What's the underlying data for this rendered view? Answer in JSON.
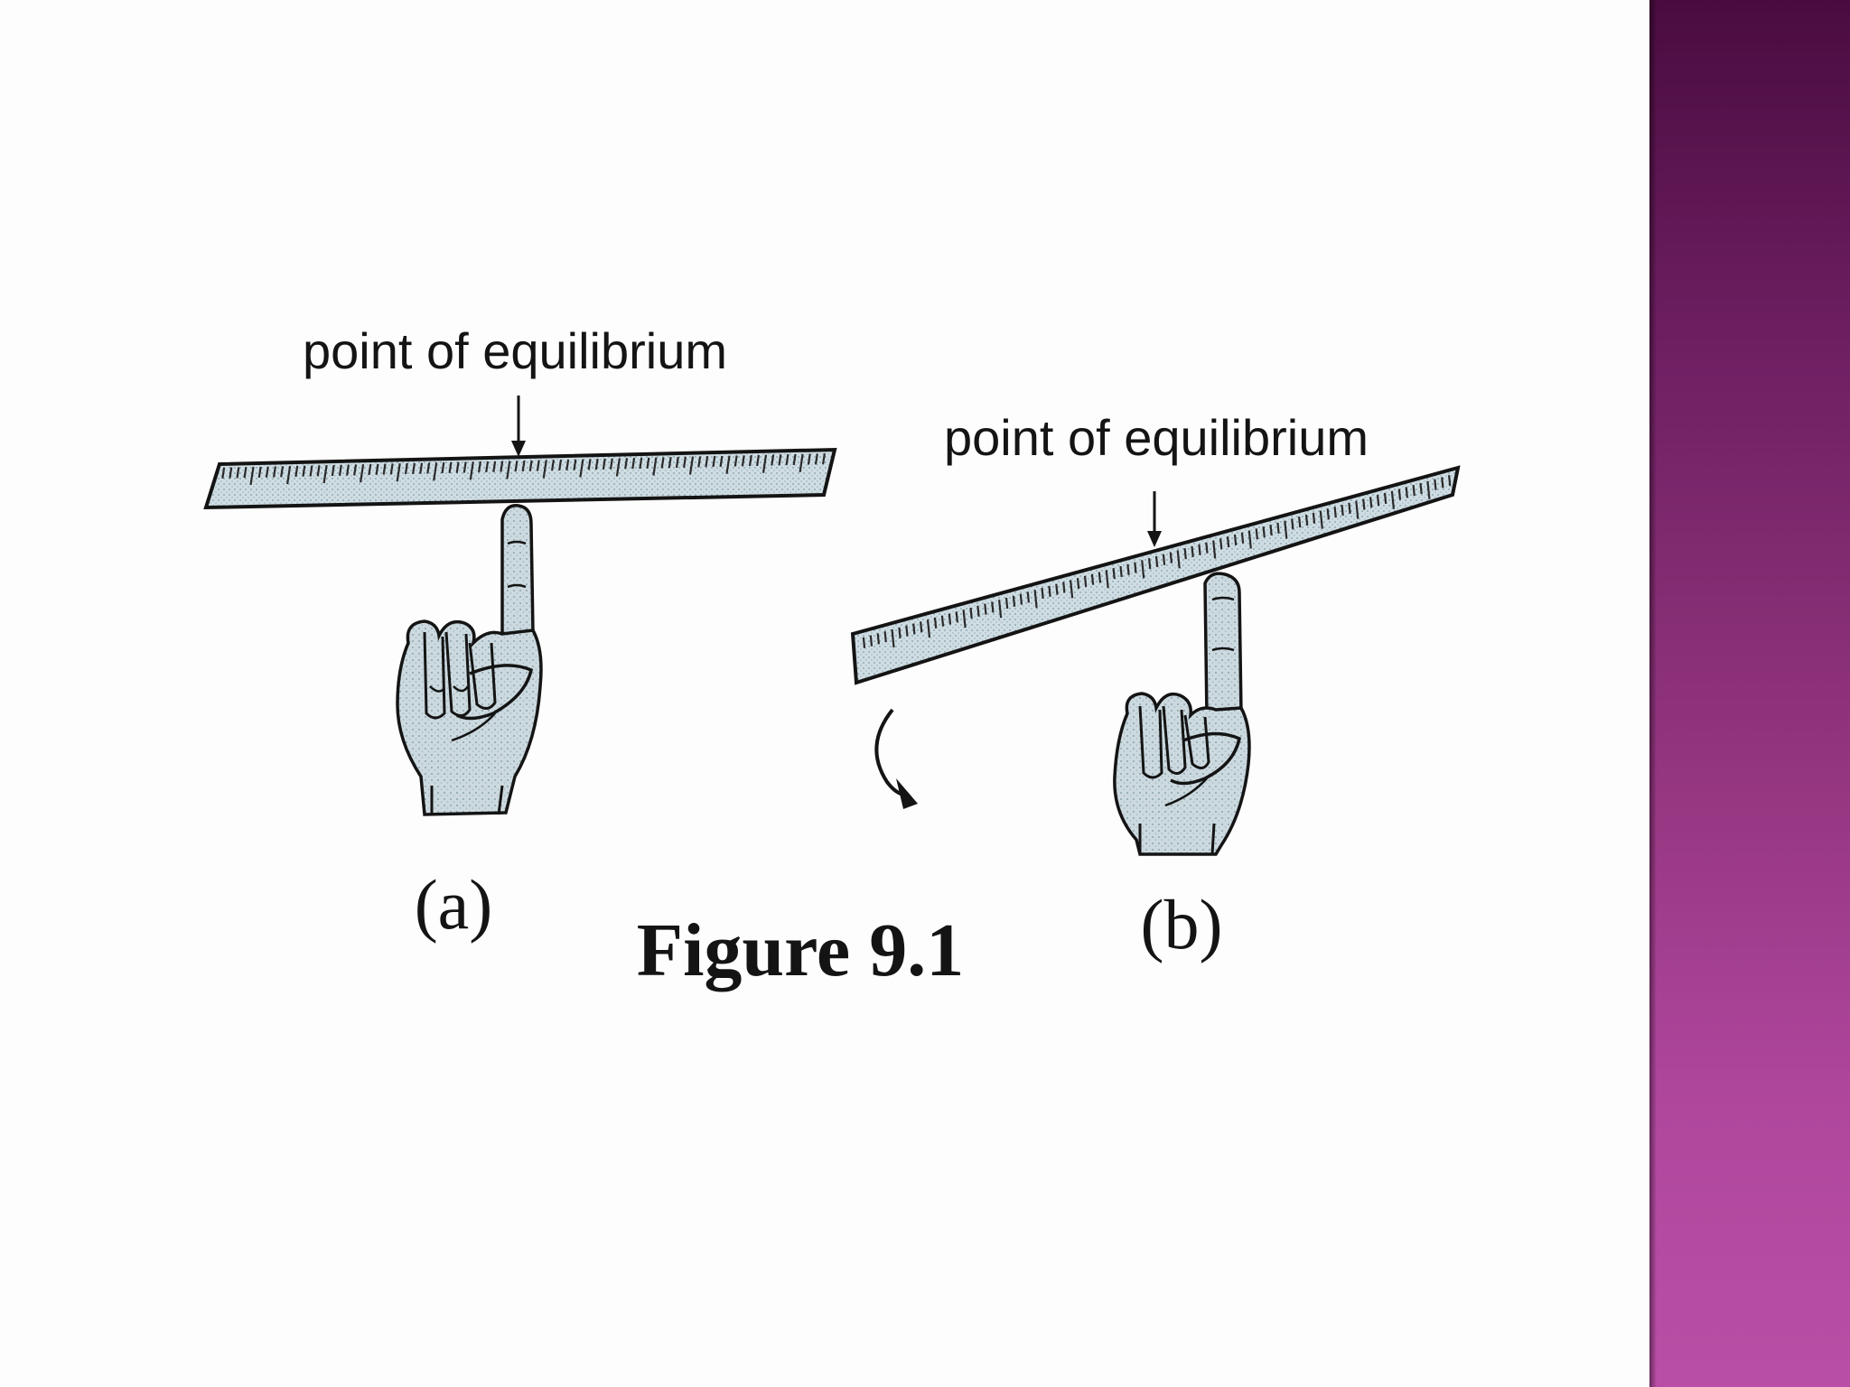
{
  "figure": {
    "panel_a": {
      "annotation": "point of equilibrium",
      "caption": "(a)"
    },
    "panel_b": {
      "annotation": "point of equilibrium",
      "caption": "(b)"
    },
    "title": "Figure 9.1"
  },
  "colors": {
    "background": "#fefdfd",
    "ruler_fill": "#cfdde3",
    "hand_fill": "#c9d6dc",
    "ink": "#141414",
    "side_band_top": "#4a0c40",
    "side_band_bottom": "#b94ea6"
  },
  "icons": {
    "panel_a_arrow": "down-arrow-icon",
    "panel_b_arrow": "down-arrow-icon",
    "panel_b_rotation": "curved-arrow-icon"
  }
}
